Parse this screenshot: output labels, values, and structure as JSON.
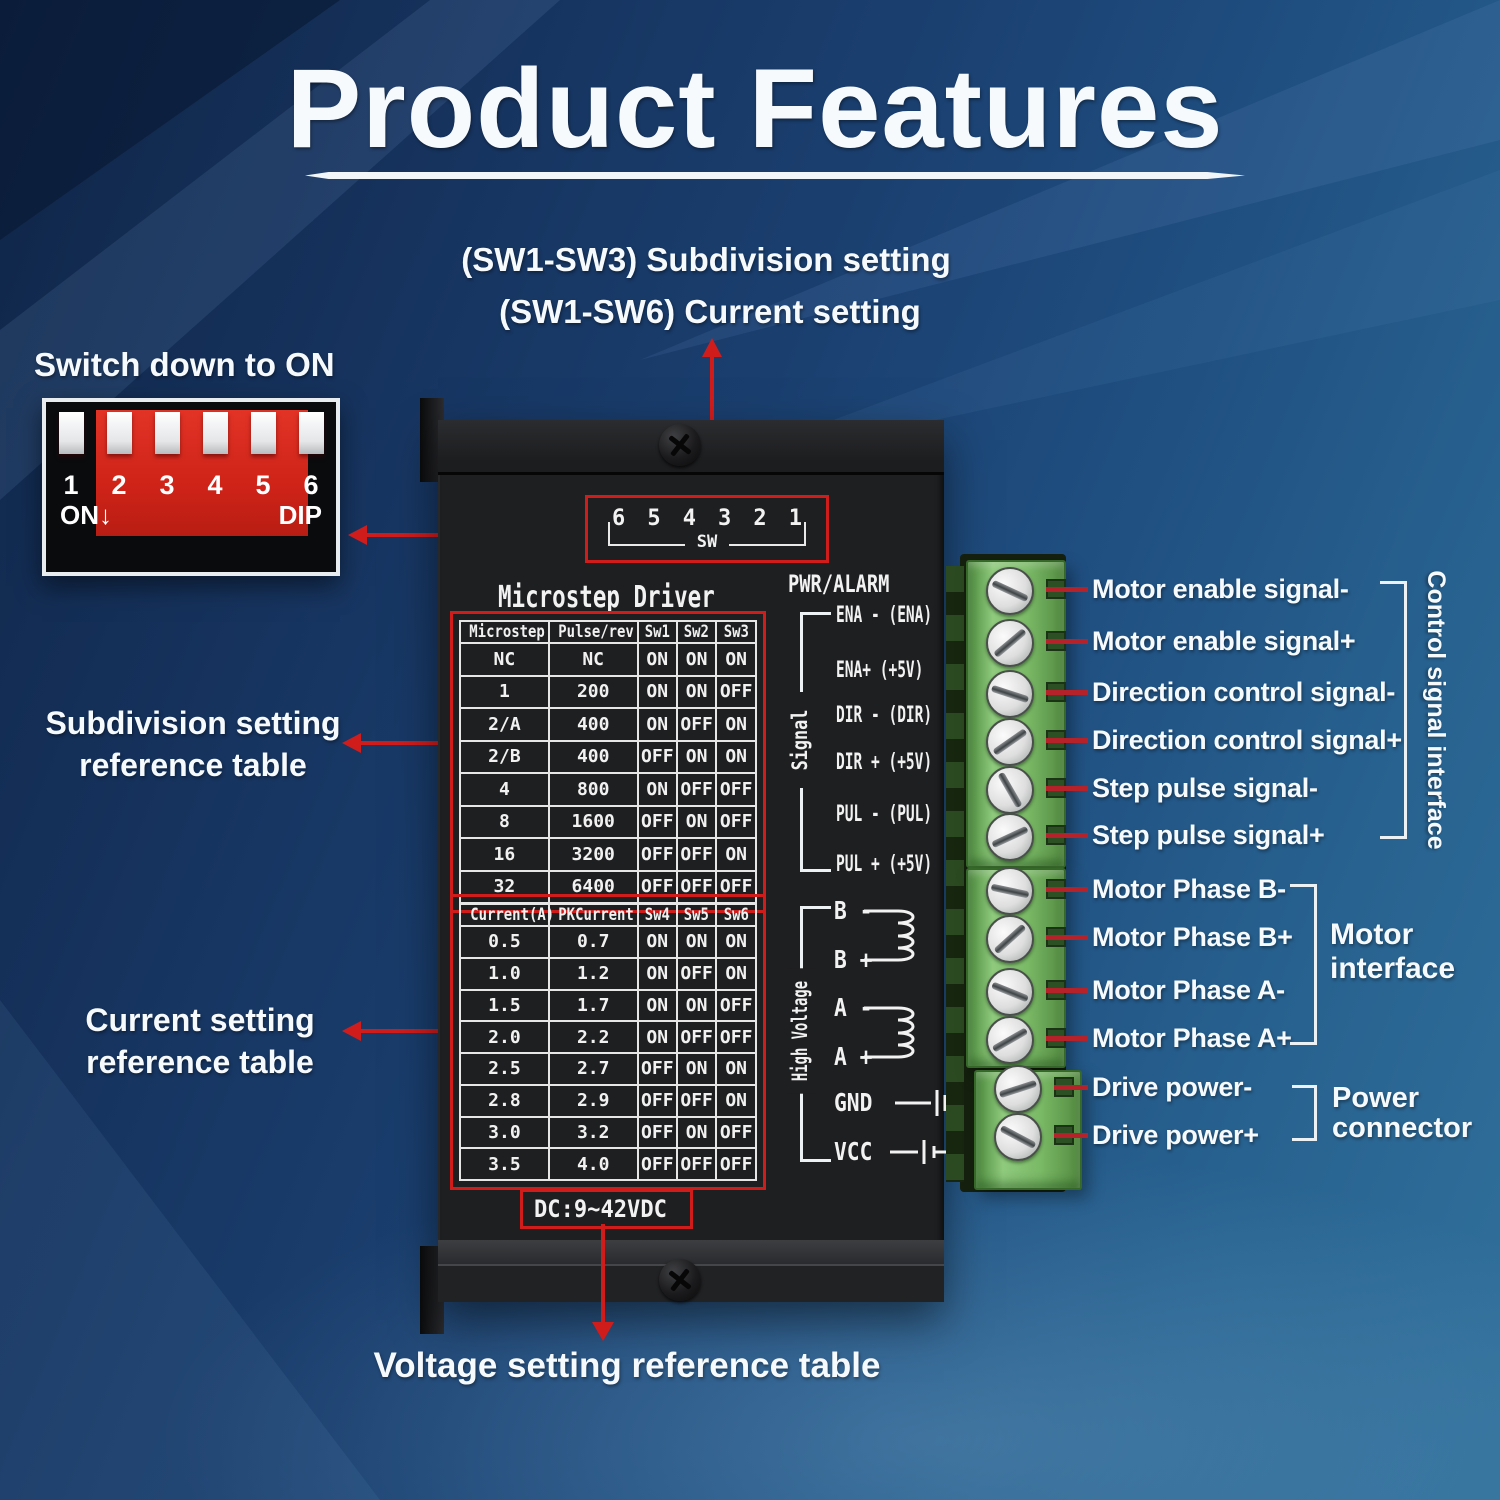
{
  "page": {
    "title": "Product Features"
  },
  "callouts": {
    "sw_setting_line1": "(SW1-SW3) Subdivision setting",
    "sw_setting_line2": "(SW1-SW6) Current setting",
    "switch_note": "Switch down to ON",
    "subdivision_ref": [
      "Subdivision setting",
      "reference table"
    ],
    "current_ref": [
      "Current setting",
      "reference table"
    ],
    "voltage_ref": "Voltage setting reference table"
  },
  "dip_switch": {
    "numbers": [
      "1",
      "2",
      "3",
      "4",
      "5",
      "6"
    ],
    "on_label": "ON↓",
    "dip_label": "DIP"
  },
  "driver": {
    "model_label": "Microstep Driver",
    "pwr_label": "PWR/ALARM",
    "sw_numbers": [
      "6",
      "5",
      "4",
      "3",
      "2",
      "1"
    ],
    "sw_caption": "SW",
    "voltage_label": "DC:9~42VDC",
    "microstep_table": {
      "headers": [
        "Microstep",
        "Pulse/rev",
        "Sw1",
        "Sw2",
        "Sw3"
      ],
      "rows": [
        [
          "NC",
          "NC",
          "ON",
          "ON",
          "ON"
        ],
        [
          "1",
          "200",
          "ON",
          "ON",
          "OFF"
        ],
        [
          "2/A",
          "400",
          "ON",
          "OFF",
          "ON"
        ],
        [
          "2/B",
          "400",
          "OFF",
          "ON",
          "ON"
        ],
        [
          "4",
          "800",
          "ON",
          "OFF",
          "OFF"
        ],
        [
          "8",
          "1600",
          "OFF",
          "ON",
          "OFF"
        ],
        [
          "16",
          "3200",
          "OFF",
          "OFF",
          "ON"
        ],
        [
          "32",
          "6400",
          "OFF",
          "OFF",
          "OFF"
        ]
      ]
    },
    "current_table": {
      "headers": [
        "Current(A)",
        "PKCurrent",
        "Sw4",
        "Sw5",
        "Sw6"
      ],
      "rows": [
        [
          "0.5",
          "0.7",
          "ON",
          "ON",
          "ON"
        ],
        [
          "1.0",
          "1.2",
          "ON",
          "OFF",
          "ON"
        ],
        [
          "1.5",
          "1.7",
          "ON",
          "ON",
          "OFF"
        ],
        [
          "2.0",
          "2.2",
          "ON",
          "OFF",
          "OFF"
        ],
        [
          "2.5",
          "2.7",
          "OFF",
          "ON",
          "ON"
        ],
        [
          "2.8",
          "2.9",
          "OFF",
          "OFF",
          "ON"
        ],
        [
          "3.0",
          "3.2",
          "OFF",
          "ON",
          "OFF"
        ],
        [
          "3.5",
          "4.0",
          "OFF",
          "OFF",
          "OFF"
        ]
      ]
    },
    "signal_group": {
      "label": "Signal",
      "pins": [
        "ENA - (ENA)",
        "ENA+ (+5V)",
        "DIR - (DIR)",
        "DIR + (+5V)",
        "PUL - (PUL)",
        "PUL + (+5V)"
      ]
    },
    "high_voltage_group": {
      "label": "High Voltage",
      "pins": [
        "B -",
        "B +",
        "A -",
        "A +",
        "GND",
        "VCC"
      ]
    }
  },
  "terminals": {
    "labels": [
      "Motor enable signal-",
      "Motor enable signal+",
      "Direction control signal-",
      "Direction control signal+",
      "Step pulse signal-",
      "Step pulse signal+",
      "Motor Phase B-",
      "Motor Phase B+",
      "Motor Phase A-",
      "Motor Phase A+",
      "Drive power-",
      "Drive power+"
    ]
  },
  "interface_groups": {
    "control": "Control signal interface",
    "motor": [
      "Motor",
      "interface"
    ],
    "power": [
      "Power",
      "connector"
    ]
  },
  "colors": {
    "accent_red": "#d11c1c",
    "line_red": "#b5222a",
    "driver_body": "#1e1f21",
    "terminal_green": "#7cbd6b",
    "dip_red": "#d92b1e",
    "bg_top": "#0f2547",
    "bg_bottom": "#32719c",
    "text_light": "#f7fafc"
  }
}
